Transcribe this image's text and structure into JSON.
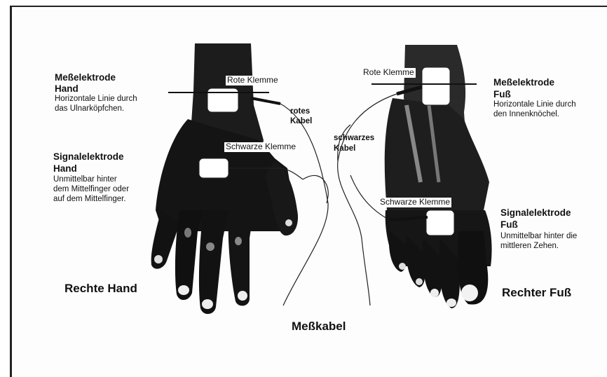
{
  "hand": {
    "mess_title_1": "Meßelektrode",
    "mess_title_2": "Hand",
    "mess_desc_1": "Horizontale Linie durch",
    "mess_desc_2": "das Ulnarköpfchen.",
    "signal_title_1": "Signalelektrode",
    "signal_title_2": "Hand",
    "signal_desc_1": "Unmittelbar hinter",
    "signal_desc_2": "dem Mittelfinger oder",
    "signal_desc_3": "auf dem Mittelfinger.",
    "red_clamp": "Rote Klemme",
    "black_clamp": "Schwarze Klemme",
    "caption": "Rechte Hand"
  },
  "foot": {
    "mess_title_1": "Meßelektrode",
    "mess_title_2": "Fuß",
    "mess_desc_1": "Horizontale Linie durch",
    "mess_desc_2": "den Innenknöchel.",
    "signal_title_1": "Signalelektrode",
    "signal_title_2": "Fuß",
    "signal_desc_1": "Unmittelbar hinter die",
    "signal_desc_2": "mittleren Zehen.",
    "red_clamp": "Rote Klemme",
    "black_clamp": "Schwarze Klemme",
    "caption": "Rechter Fuß"
  },
  "cables": {
    "red_1": "rotes",
    "red_2": "Kabel",
    "black_1": "schwarzes",
    "black_2": "Kabel",
    "caption": "Meßkabel"
  }
}
